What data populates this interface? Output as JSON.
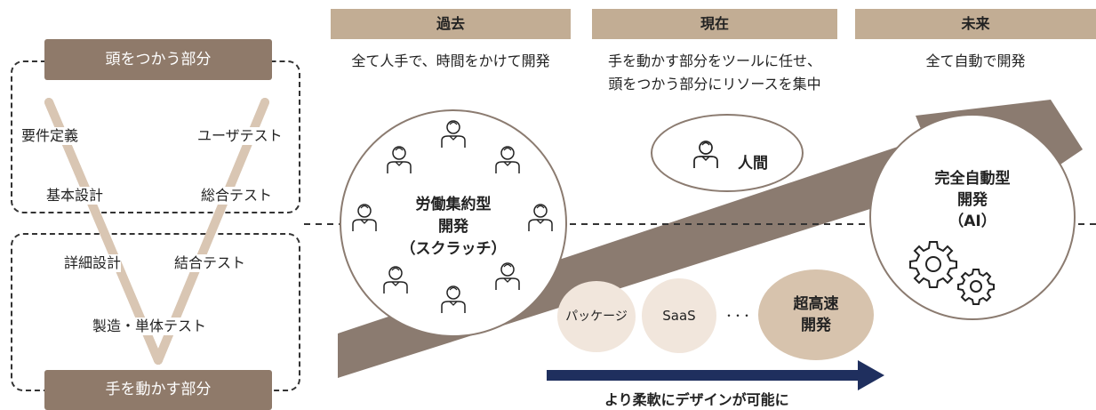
{
  "vmodel": {
    "top_label": "頭をつかう部分",
    "bottom_label": "手を動かす部分",
    "left_items": [
      "要件定義",
      "基本設計",
      "詳細設計"
    ],
    "right_items": [
      "ユーザテスト",
      "総合テスト",
      "結合テスト"
    ],
    "bottom_item": "製造・単体テスト"
  },
  "phases": [
    {
      "title": "過去",
      "desc": [
        "全て人手で、時間をかけて開発"
      ]
    },
    {
      "title": "現在",
      "desc": [
        "手を動かす部分をツールに任せ、",
        "頭をつかう部分にリソースを集中"
      ]
    },
    {
      "title": "未来",
      "desc": [
        "全て自動で開発"
      ]
    }
  ],
  "past_circle": {
    "lines": [
      "労働集約型",
      "開発",
      "（スクラッチ）"
    ]
  },
  "human_label": "人間",
  "future_circle": {
    "lines": [
      "完全自動型",
      "開発",
      "（AI）"
    ]
  },
  "tools": [
    {
      "label": "パッケージ"
    },
    {
      "label": "SaaS"
    },
    {
      "label": "・・・"
    },
    {
      "label": "超高速",
      "label2": "開発"
    }
  ],
  "flex_arrow_label": "より柔軟にデザインが可能に",
  "colors": {
    "header_bg": "#c2ad94",
    "brown_box": "#8f7a6a",
    "arrow": "#8b7b70",
    "v_stroke": "#d9c6b3",
    "tool_light": "#f1e6dc",
    "tool_dark": "#d7c3ad",
    "navy": "#1f2f5e"
  }
}
